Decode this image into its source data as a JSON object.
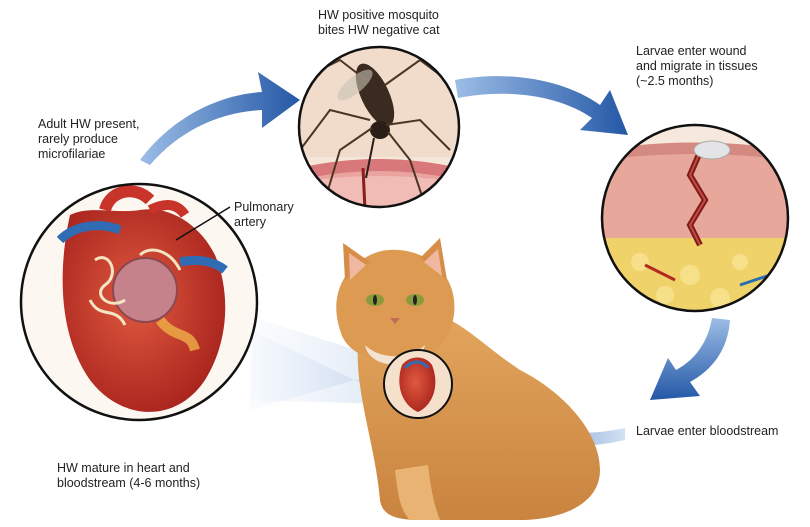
{
  "labels": {
    "mosquito_bite": "HW positive mosquito\nbites HW negative cat",
    "larvae_wound": "Larvae enter wound\nand migrate in tissues\n(~2.5 months)",
    "adult_hw": "Adult HW present,\nrarely produce\nmicrofilariae",
    "pulmonary_artery": "Pulmonary\nartery",
    "larvae_bloodstream": "Larvae enter bloodstream",
    "hw_mature": "HW mature in heart and\nbloodstream (4-6 months)"
  },
  "colors": {
    "arrow_blue": "#2f6cb3",
    "arrow_light": "#6a9bd6",
    "cat_orange": "#d9954a",
    "heart_red": "#c9342a",
    "skin_pink": "#e7a79a",
    "fat_yellow": "#efd36a",
    "projection_blue": "#c9daf0"
  },
  "icons": [
    "mosquito-illustration",
    "skin-tissue-illustration",
    "heart-illustration",
    "cat-illustration"
  ]
}
